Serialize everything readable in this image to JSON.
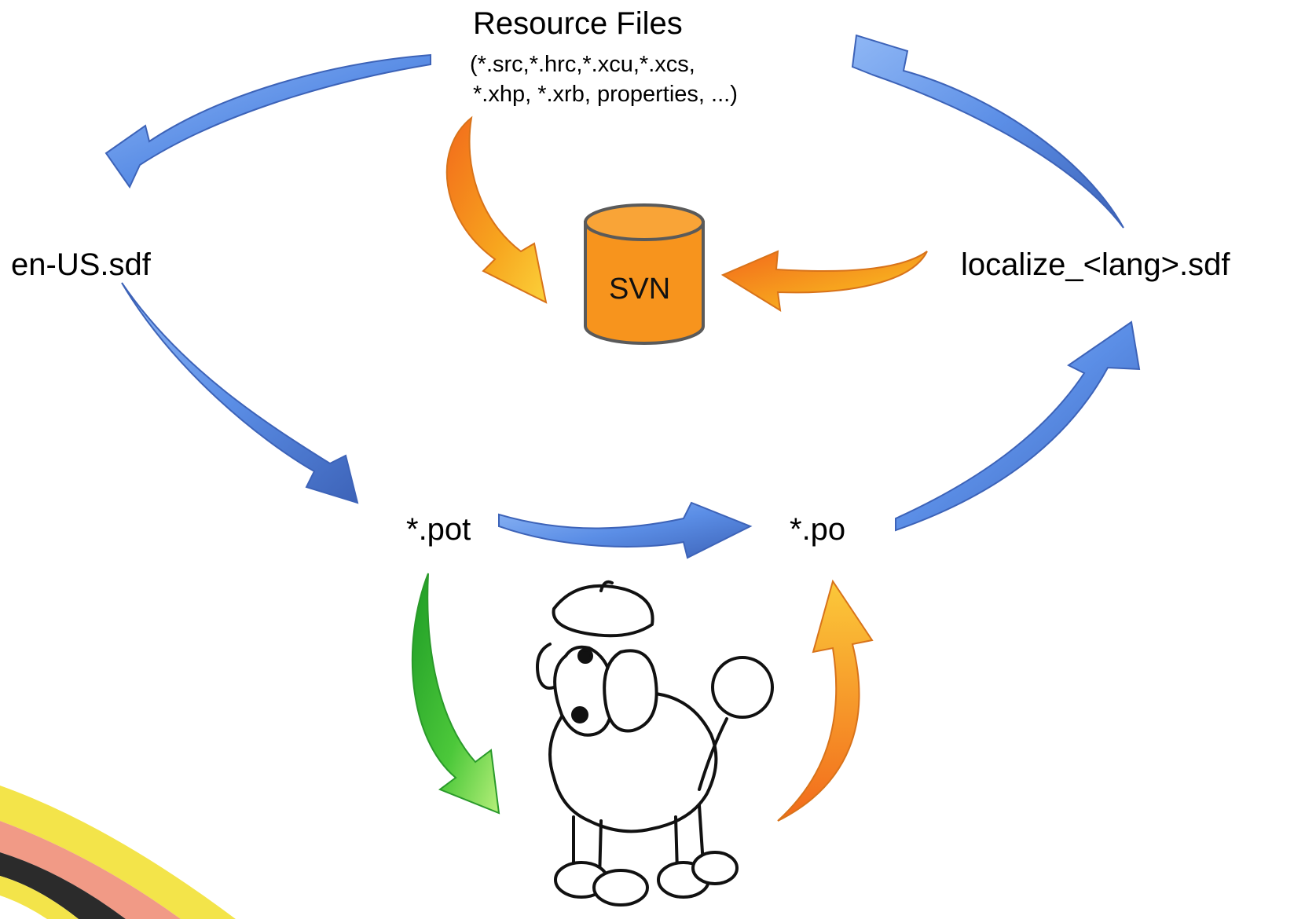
{
  "nodes": {
    "resource_files": {
      "title": "Resource Files",
      "ext_line1": "(*.src,*.hrc,*.xcu,*.xcs,",
      "ext_line2": " *.xhp, *.xrb, properties, ...)"
    },
    "en_us": "en-US.sdf",
    "localize": "localize_<lang>.sdf",
    "pot": "*.pot",
    "po": "*.po",
    "svn": "SVN"
  },
  "colors": {
    "blue_arrow": "#5b8ee6",
    "blue_arrow_dark": "#3d63b8",
    "orange_arrow": "#f7a51e",
    "green_arrow": "#4cc83a",
    "svn_fill": "#f7941d",
    "svn_stroke": "#5a5a5a",
    "corner_yellow": "#f3e44a",
    "corner_salmon": "#f19a86",
    "corner_black": "#2b2b2b"
  },
  "icons": {
    "mascot": "poodle-with-beret-illustration"
  }
}
